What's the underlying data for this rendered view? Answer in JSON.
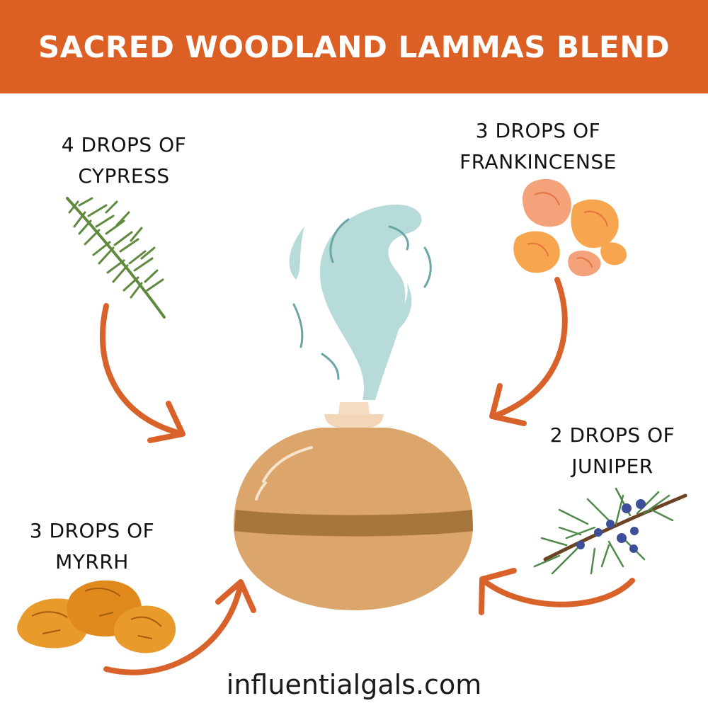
{
  "title": "SACRED WOODLAND LAMMAS BLEND",
  "ingredients": {
    "cypress": {
      "line1": "4 DROPS OF",
      "line2": "CYPRESS"
    },
    "frankincense": {
      "line1": "3 DROPS OF",
      "line2": "FRANKINCENSE"
    },
    "juniper": {
      "line1": "2 DROPS OF",
      "line2": "JUNIPER"
    },
    "myrrh": {
      "line1": "3 DROPS OF",
      "line2": "MYRRH"
    }
  },
  "footer": "influentialgals.com",
  "colors": {
    "banner": "#dc5f24",
    "arrow": "#d9622b",
    "diffuser": "#dca56b",
    "steam": "#b7dbd8"
  },
  "icons": [
    "cypress-sprig-icon",
    "frankincense-resin-icon",
    "juniper-branch-icon",
    "myrrh-resin-icon",
    "diffuser-icon"
  ]
}
